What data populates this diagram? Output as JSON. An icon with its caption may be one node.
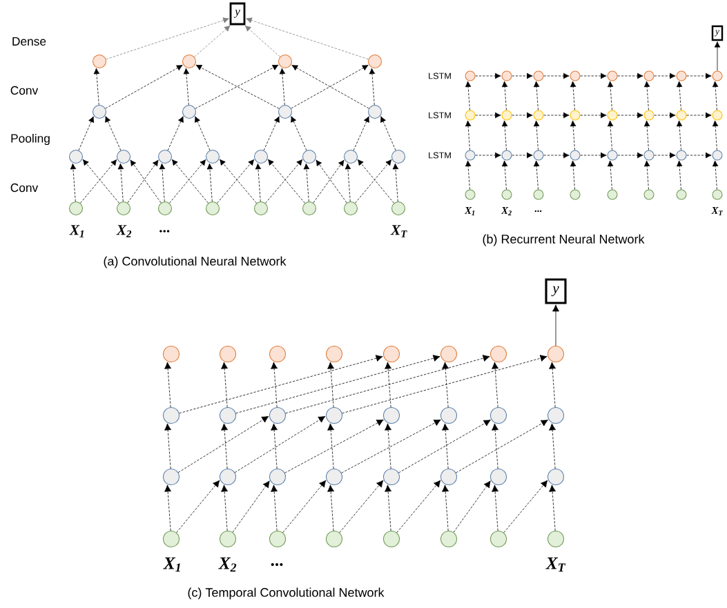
{
  "diagram": {
    "nodes": [
      {
        "text": [
          "y"
        ]
      },
      {
        "text": [],
        "shape": "circle"
      },
      {
        "text": [],
        "shape": "circle"
      },
      {
        "text": [],
        "shape": "circle"
      },
      {
        "text": [],
        "shape": "circle"
      },
      {
        "text": [],
        "shape": "circle"
      },
      {
        "text": [],
        "shape": "circle"
      },
      {
        "text": [],
        "shape": "circle"
      },
      {
        "text": [],
        "shape": "circle"
      },
      {
        "text": [],
        "shape": "circle"
      },
      {
        "text": [],
        "shape": "circle"
      },
      {
        "text": [],
        "shape": "circle"
      },
      {
        "text": [],
        "shape": "circle"
      },
      {
        "text": [],
        "shape": "circle"
      },
      {
        "text": [],
        "shape": "circle"
      },
      {
        "text": [],
        "shape": "circle"
      },
      {
        "text": [],
        "shape": "circle"
      },
      {
        "text": [],
        "shape": "circle"
      },
      {
        "text": [],
        "shape": "circle"
      },
      {
        "text": [],
        "shape": "circle"
      },
      {
        "text": [],
        "shape": "circle"
      },
      {
        "text": [],
        "shape": "circle"
      },
      {
        "text": [],
        "shape": "circle"
      },
      {
        "text": [],
        "shape": "circle"
      },
      {
        "text": [],
        "shape": "circle"
      },
      {
        "text": [
          "y"
        ]
      },
      {
        "text": [],
        "shape": "circle"
      },
      {
        "text": [],
        "shape": "circle"
      },
      {
        "text": [],
        "shape": "circle"
      },
      {
        "text": [],
        "shape": "circle"
      },
      {
        "text": [],
        "shape": "circle"
      },
      {
        "text": [],
        "shape": "circle"
      },
      {
        "text": [],
        "shape": "circle"
      },
      {
        "text": [],
        "shape": "circle"
      },
      {
        "text": [],
        "shape": "circle"
      },
      {
        "text": [],
        "shape": "circle"
      },
      {
        "text": [],
        "shape": "circle"
      },
      {
        "text": [],
        "shape": "circle"
      },
      {
        "text": [],
        "shape": "circle"
      },
      {
        "text": [],
        "shape": "circle"
      },
      {
        "text": [],
        "shape": "circle"
      },
      {
        "text": [],
        "shape": "circle"
      },
      {
        "text": [],
        "shape": "circle"
      },
      {
        "text": [],
        "shape": "circle"
      },
      {
        "text": [],
        "shape": "circle"
      },
      {
        "text": [],
        "shape": "circle"
      },
      {
        "text": [],
        "shape": "circle"
      },
      {
        "text": [],
        "shape": "circle"
      },
      {
        "text": [],
        "shape": "circle"
      },
      {
        "text": [],
        "shape": "circle"
      },
      {
        "text": [],
        "shape": "circle"
      },
      {
        "text": [],
        "shape": "circle"
      },
      {
        "text": [],
        "shape": "circle"
      },
      {
        "text": [],
        "shape": "circle"
      },
      {
        "text": [],
        "shape": "circle"
      },
      {
        "text": [],
        "shape": "circle"
      },
      {
        "text": [],
        "shape": "circle"
      },
      {
        "text": [],
        "shape": "circle"
      },
      {
        "text": [
          "y"
        ]
      },
      {
        "text": [],
        "shape": "circle"
      },
      {
        "text": [],
        "shape": "circle"
      },
      {
        "text": [],
        "shape": "circle"
      },
      {
        "text": [],
        "shape": "circle"
      },
      {
        "text": [],
        "shape": "circle"
      },
      {
        "text": [],
        "shape": "circle"
      },
      {
        "text": [],
        "shape": "circle"
      },
      {
        "text": [],
        "shape": "circle"
      },
      {
        "text": [],
        "shape": "circle"
      },
      {
        "text": [],
        "shape": "circle"
      },
      {
        "text": [],
        "shape": "circle"
      },
      {
        "text": [],
        "shape": "circle"
      },
      {
        "text": [],
        "shape": "circle"
      },
      {
        "text": [],
        "shape": "circle"
      },
      {
        "text": [],
        "shape": "circle"
      },
      {
        "text": [],
        "shape": "circle"
      },
      {
        "text": [],
        "shape": "circle"
      },
      {
        "text": [],
        "shape": "circle"
      },
      {
        "text": [],
        "shape": "circle"
      },
      {
        "text": [],
        "shape": "circle"
      },
      {
        "text": [],
        "shape": "circle"
      },
      {
        "text": [],
        "shape": "circle"
      },
      {
        "text": [],
        "shape": "circle"
      },
      {
        "text": [],
        "shape": "circle"
      },
      {
        "text": [],
        "shape": "circle"
      },
      {
        "text": [],
        "shape": "circle"
      },
      {
        "text": [],
        "shape": "circle"
      },
      {
        "text": [],
        "shape": "circle"
      },
      {
        "text": [],
        "shape": "circle"
      },
      {
        "text": [],
        "shape": "circle"
      },
      {
        "text": [],
        "shape": "circle"
      },
      {
        "text": [],
        "shape": "circle"
      }
    ],
    "edges": [
      {
        "from": 1,
        "to": 0,
        "arrow": "to",
        "style": "dashed",
        "color": "#808080"
      },
      {
        "from": 2,
        "to": 0,
        "arrow": "to",
        "style": "dashed",
        "color": "#808080"
      },
      {
        "from": 3,
        "to": 0,
        "arrow": "to",
        "style": "dashed",
        "color": "#808080"
      },
      {
        "from": 4,
        "to": 0,
        "arrow": "to",
        "style": "dashed",
        "color": "#808080"
      },
      {
        "from": 5,
        "to": 1,
        "arrow": "to",
        "style": "dashed"
      },
      {
        "from": 5,
        "to": 2,
        "arrow": "to",
        "style": "dashed"
      },
      {
        "from": 6,
        "to": 2,
        "arrow": "to",
        "style": "dashed"
      },
      {
        "from": 6,
        "to": 3,
        "arrow": "to",
        "style": "dashed"
      },
      {
        "from": 7,
        "to": 3,
        "arrow": "to",
        "style": "dashed"
      },
      {
        "from": 7,
        "to": 2,
        "arrow": "to",
        "style": "dashed"
      },
      {
        "from": 7,
        "to": 4,
        "arrow": "to",
        "style": "dashed"
      },
      {
        "from": 8,
        "to": 4,
        "arrow": "to",
        "style": "dashed"
      },
      {
        "from": 8,
        "to": 3,
        "arrow": "to",
        "style": "dashed"
      },
      {
        "from": 9,
        "to": 5,
        "arrow": "to",
        "style": "dashed"
      },
      {
        "from": 10,
        "to": 5,
        "arrow": "to",
        "style": "dashed"
      },
      {
        "from": 11,
        "to": 6,
        "arrow": "to",
        "style": "dashed"
      },
      {
        "from": 12,
        "to": 6,
        "arrow": "to",
        "style": "dashed"
      },
      {
        "from": 13,
        "to": 7,
        "arrow": "to",
        "style": "dashed"
      },
      {
        "from": 14,
        "to": 7,
        "arrow": "to",
        "style": "dashed"
      },
      {
        "from": 15,
        "to": 8,
        "arrow": "to",
        "style": "dashed"
      },
      {
        "from": 16,
        "to": 8,
        "arrow": "to",
        "style": "dashed"
      },
      {
        "from": 17,
        "to": 9,
        "arrow": "to",
        "style": "dashed"
      },
      {
        "from": 17,
        "to": 10,
        "arrow": "to",
        "style": "dashed"
      },
      {
        "from": 18,
        "to": 9,
        "arrow": "to",
        "style": "dashed"
      },
      {
        "from": 18,
        "to": 10,
        "arrow": "to",
        "style": "dashed"
      },
      {
        "from": 18,
        "to": 11,
        "arrow": "to",
        "style": "dashed"
      },
      {
        "from": 19,
        "to": 10,
        "arrow": "to",
        "style": "dashed"
      },
      {
        "from": 19,
        "to": 11,
        "arrow": "to",
        "style": "dashed"
      },
      {
        "from": 19,
        "to": 12,
        "arrow": "to",
        "style": "dashed"
      },
      {
        "from": 20,
        "to": 11,
        "arrow": "to",
        "style": "dashed"
      },
      {
        "from": 20,
        "to": 12,
        "arrow": "to",
        "style": "dashed"
      },
      {
        "from": 20,
        "to": 13,
        "arrow": "to",
        "style": "dashed"
      },
      {
        "from": 21,
        "to": 12,
        "arrow": "to",
        "style": "dashed"
      },
      {
        "from": 21,
        "to": 13,
        "arrow": "to",
        "style": "dashed"
      },
      {
        "from": 21,
        "to": 14,
        "arrow": "to",
        "style": "dashed"
      },
      {
        "from": 22,
        "to": 13,
        "arrow": "to",
        "style": "dashed"
      },
      {
        "from": 22,
        "to": 14,
        "arrow": "to",
        "style": "dashed"
      },
      {
        "from": 22,
        "to": 15,
        "arrow": "to",
        "style": "dashed"
      },
      {
        "from": 23,
        "to": 14,
        "arrow": "to",
        "style": "dashed"
      },
      {
        "from": 23,
        "to": 15,
        "arrow": "to",
        "style": "dashed"
      },
      {
        "from": 23,
        "to": 16,
        "arrow": "to",
        "style": "dashed"
      },
      {
        "from": 24,
        "to": 15,
        "arrow": "to",
        "style": "dashed"
      },
      {
        "from": 24,
        "to": 16,
        "arrow": "to",
        "style": "dashed"
      },
      {
        "from": 33,
        "to": 25,
        "arrow": "to"
      },
      {
        "from": 26,
        "to": 27,
        "arrow": "to",
        "style": "dashed"
      },
      {
        "from": 27,
        "to": 28,
        "arrow": "to",
        "style": "dashed"
      },
      {
        "from": 28,
        "to": 29,
        "arrow": "to",
        "style": "dashed"
      },
      {
        "from": 29,
        "to": 30,
        "arrow": "to",
        "style": "dashed"
      },
      {
        "from": 30,
        "to": 31,
        "arrow": "to",
        "style": "dashed"
      },
      {
        "from": 31,
        "to": 32,
        "arrow": "to",
        "style": "dashed"
      },
      {
        "from": 32,
        "to": 33,
        "arrow": "to",
        "style": "dashed"
      },
      {
        "from": 34,
        "to": 35,
        "arrow": "to",
        "style": "dashed"
      },
      {
        "from": 35,
        "to": 36,
        "arrow": "to",
        "style": "dashed"
      },
      {
        "from": 36,
        "to": 37,
        "arrow": "to",
        "style": "dashed"
      },
      {
        "from": 37,
        "to": 38,
        "arrow": "to",
        "style": "dashed"
      },
      {
        "from": 38,
        "to": 39,
        "arrow": "to",
        "style": "dashed"
      },
      {
        "from": 39,
        "to": 40,
        "arrow": "to",
        "style": "dashed"
      },
      {
        "from": 40,
        "to": 41,
        "arrow": "to",
        "style": "dashed"
      },
      {
        "from": 42,
        "to": 43,
        "arrow": "to",
        "style": "dashed"
      },
      {
        "from": 43,
        "to": 44,
        "arrow": "to",
        "style": "dashed"
      },
      {
        "from": 44,
        "to": 45,
        "arrow": "to",
        "style": "dashed"
      },
      {
        "from": 45,
        "to": 46,
        "arrow": "to",
        "style": "dashed"
      },
      {
        "from": 46,
        "to": 47,
        "arrow": "to",
        "style": "dashed"
      },
      {
        "from": 47,
        "to": 48,
        "arrow": "to",
        "style": "dashed"
      },
      {
        "from": 48,
        "to": 49,
        "arrow": "to",
        "style": "dashed"
      },
      {
        "from": 50,
        "to": 42,
        "arrow": "to",
        "style": "dashed"
      },
      {
        "from": 51,
        "to": 43,
        "arrow": "to",
        "style": "dashed"
      },
      {
        "from": 52,
        "to": 44,
        "arrow": "to",
        "style": "dashed"
      },
      {
        "from": 53,
        "to": 45,
        "arrow": "to",
        "style": "dashed"
      },
      {
        "from": 54,
        "to": 46,
        "arrow": "to",
        "style": "dashed"
      },
      {
        "from": 55,
        "to": 47,
        "arrow": "to",
        "style": "dashed"
      },
      {
        "from": 56,
        "to": 48,
        "arrow": "to",
        "style": "dashed"
      },
      {
        "from": 57,
        "to": 49,
        "arrow": "to",
        "style": "dashed"
      },
      {
        "from": 42,
        "to": 34,
        "arrow": "to",
        "style": "dashed"
      },
      {
        "from": 43,
        "to": 35,
        "arrow": "to",
        "style": "dashed"
      },
      {
        "from": 44,
        "to": 36,
        "arrow": "to",
        "style": "dashed"
      },
      {
        "from": 45,
        "to": 37,
        "arrow": "to",
        "style": "dashed"
      },
      {
        "from": 46,
        "to": 38,
        "arrow": "to",
        "style": "dashed"
      },
      {
        "from": 47,
        "to": 39,
        "arrow": "to",
        "style": "dashed"
      },
      {
        "from": 48,
        "to": 40,
        "arrow": "to",
        "style": "dashed"
      },
      {
        "from": 49,
        "to": 41,
        "arrow": "to",
        "style": "dashed"
      },
      {
        "from": 34,
        "to": 26,
        "arrow": "to",
        "style": "dashed"
      },
      {
        "from": 35,
        "to": 27,
        "arrow": "to",
        "style": "dashed"
      },
      {
        "from": 36,
        "to": 28,
        "arrow": "to",
        "style": "dashed"
      },
      {
        "from": 37,
        "to": 29,
        "arrow": "to",
        "style": "dashed"
      },
      {
        "from": 38,
        "to": 30,
        "arrow": "to",
        "style": "dashed"
      },
      {
        "from": 39,
        "to": 31,
        "arrow": "to",
        "style": "dashed"
      },
      {
        "from": 40,
        "to": 32,
        "arrow": "to",
        "style": "dashed"
      },
      {
        "from": 41,
        "to": 33,
        "arrow": "to",
        "style": "dashed"
      },
      {
        "from": 66,
        "to": 58,
        "arrow": "to"
      },
      {
        "from": 83,
        "to": 75,
        "arrow": "to",
        "style": "dashed"
      },
      {
        "from": 84,
        "to": 76,
        "arrow": "to",
        "style": "dashed"
      },
      {
        "from": 85,
        "to": 77,
        "arrow": "to",
        "style": "dashed"
      },
      {
        "from": 86,
        "to": 78,
        "arrow": "to",
        "style": "dashed"
      },
      {
        "from": 87,
        "to": 79,
        "arrow": "to",
        "style": "dashed"
      },
      {
        "from": 88,
        "to": 80,
        "arrow": "to",
        "style": "dashed"
      },
      {
        "from": 89,
        "to": 81,
        "arrow": "to",
        "style": "dashed"
      },
      {
        "from": 90,
        "to": 82,
        "arrow": "to",
        "style": "dashed"
      },
      {
        "from": 83,
        "to": 76,
        "arrow": "to",
        "style": "dashed"
      },
      {
        "from": 84,
        "to": 77,
        "arrow": "to",
        "style": "dashed"
      },
      {
        "from": 85,
        "to": 78,
        "arrow": "to",
        "style": "dashed"
      },
      {
        "from": 86,
        "to": 79,
        "arrow": "to",
        "style": "dashed"
      },
      {
        "from": 87,
        "to": 80,
        "arrow": "to",
        "style": "dashed"
      },
      {
        "from": 88,
        "to": 81,
        "arrow": "to",
        "style": "dashed"
      },
      {
        "from": 89,
        "to": 82,
        "arrow": "to",
        "style": "dashed"
      },
      {
        "from": 75,
        "to": 67,
        "arrow": "to",
        "style": "dashed"
      },
      {
        "from": 76,
        "to": 68,
        "arrow": "to",
        "style": "dashed"
      },
      {
        "from": 77,
        "to": 69,
        "arrow": "to",
        "style": "dashed"
      },
      {
        "from": 78,
        "to": 70,
        "arrow": "to",
        "style": "dashed"
      },
      {
        "from": 79,
        "to": 71,
        "arrow": "to",
        "style": "dashed"
      },
      {
        "from": 80,
        "to": 72,
        "arrow": "to",
        "style": "dashed"
      },
      {
        "from": 81,
        "to": 73,
        "arrow": "to",
        "style": "dashed"
      },
      {
        "from": 82,
        "to": 74,
        "arrow": "to",
        "style": "dashed"
      },
      {
        "from": 75,
        "to": 69,
        "arrow": "to",
        "style": "dashed"
      },
      {
        "from": 76,
        "to": 70,
        "arrow": "to",
        "style": "dashed"
      },
      {
        "from": 77,
        "to": 71,
        "arrow": "to",
        "style": "dashed"
      },
      {
        "from": 78,
        "to": 72,
        "arrow": "to",
        "style": "dashed"
      },
      {
        "from": 79,
        "to": 73,
        "arrow": "to",
        "style": "dashed"
      },
      {
        "from": 80,
        "to": 74,
        "arrow": "to",
        "style": "dashed"
      },
      {
        "from": 67,
        "to": 59,
        "arrow": "to",
        "style": "dashed"
      },
      {
        "from": 68,
        "to": 60,
        "arrow": "to",
        "style": "dashed"
      },
      {
        "from": 69,
        "to": 61,
        "arrow": "to",
        "style": "dashed"
      },
      {
        "from": 70,
        "to": 62,
        "arrow": "to",
        "style": "dashed"
      },
      {
        "from": 71,
        "to": 63,
        "arrow": "to",
        "style": "dashed"
      },
      {
        "from": 72,
        "to": 64,
        "arrow": "to",
        "style": "dashed"
      },
      {
        "from": 73,
        "to": 65,
        "arrow": "to",
        "style": "dashed"
      },
      {
        "from": 74,
        "to": 66,
        "arrow": "to",
        "style": "dashed"
      },
      {
        "from": 67,
        "to": 63,
        "arrow": "to",
        "style": "dashed"
      },
      {
        "from": 68,
        "to": 64,
        "arrow": "to",
        "style": "dashed"
      },
      {
        "from": 69,
        "to": 65,
        "arrow": "to",
        "style": "dashed"
      },
      {
        "from": 70,
        "to": 66,
        "arrow": "to",
        "style": "dashed"
      }
    ],
    "labels": [
      "Dense",
      "Conv",
      "Pooling",
      "Conv",
      "X$_{1}$",
      "X$_{2}$",
      "...",
      "X$_{T}$",
      "(a) Convolutional Neural Network",
      "LSTM",
      "LSTM",
      "LSTM",
      "X$_{1}$",
      "X$_{2}$",
      "...",
      "X$_{T}$",
      "(b) Recurrent Neural Network",
      "X$_{1}$",
      "X$_{2}$",
      "...",
      "X$_{T}$",
      "(c) Temporal Convolutional Network"
    ]
  }
}
